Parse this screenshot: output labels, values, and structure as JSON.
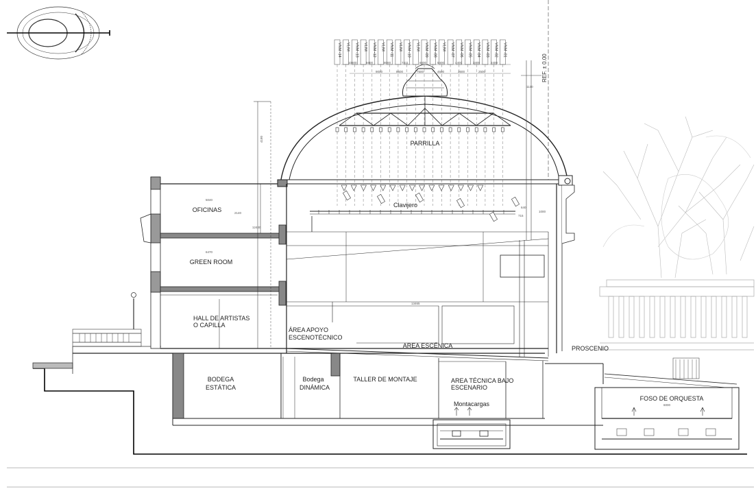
{
  "labels": {
    "parrilla": "PARRILLA",
    "clavijero": "Clavijero",
    "oficinas": "OFICINAS",
    "green_room": "GREEN ROOM",
    "hall_line1": "HALL DE ARTISTAS",
    "hall_line2": "O CAPILLA",
    "apoyo_line1": "ÁREA APOYO",
    "apoyo_line2": "ESCENOTÉCNICO",
    "area_escenica": "AREA ESCÉNICA",
    "proscenio": "PROSCENIO",
    "bodega_estatica_1": "BODEGA",
    "bodega_estatica_2": "ESTÁTICA",
    "bodega_dinamica_1": "Bodega",
    "bodega_dinamica_2": "DINÁMICA",
    "taller": "TALLER DE MONTAJE",
    "tecnica_1": "AREA TÉCNICA BAJO",
    "tecnica_2": "ESCENARIO",
    "montacargas": "Montacargas",
    "foso": "FOSO DE ORQUESTA",
    "ref": "REF. ± 0.00"
  },
  "vara_tags": [
    "VNM -14",
    "VLIM",
    "VNM -13",
    "VLIM",
    "VNM -12",
    "VLIM",
    "VNM -11",
    "VLIM",
    "VNM -10",
    "VLIM",
    "VNM -09",
    "VNM -08",
    "VLIM",
    "VNM -07",
    "VNM -06",
    "VNM -05",
    "VNM -04",
    "VNM -03",
    "VNM -02",
    "VNM -01"
  ],
  "dimensions": {
    "top_row": [
      "10800",
      "9400",
      "8000",
      "7411",
      "6600",
      "5400",
      "4400",
      "3400",
      "2400"
    ],
    "mid_row": [
      "9000",
      "8600",
      "7500",
      "4600",
      "3600",
      "2500"
    ],
    "d_1130": "1130",
    "d_4180": "4180",
    "d_5040": "5040",
    "d_2140": "2140",
    "d_12440": "12440",
    "d_6470": "6470",
    "d_13465": "13465",
    "d_1000": "1000",
    "d_640": "640",
    "d_715": "715",
    "d_6000": "6000"
  }
}
